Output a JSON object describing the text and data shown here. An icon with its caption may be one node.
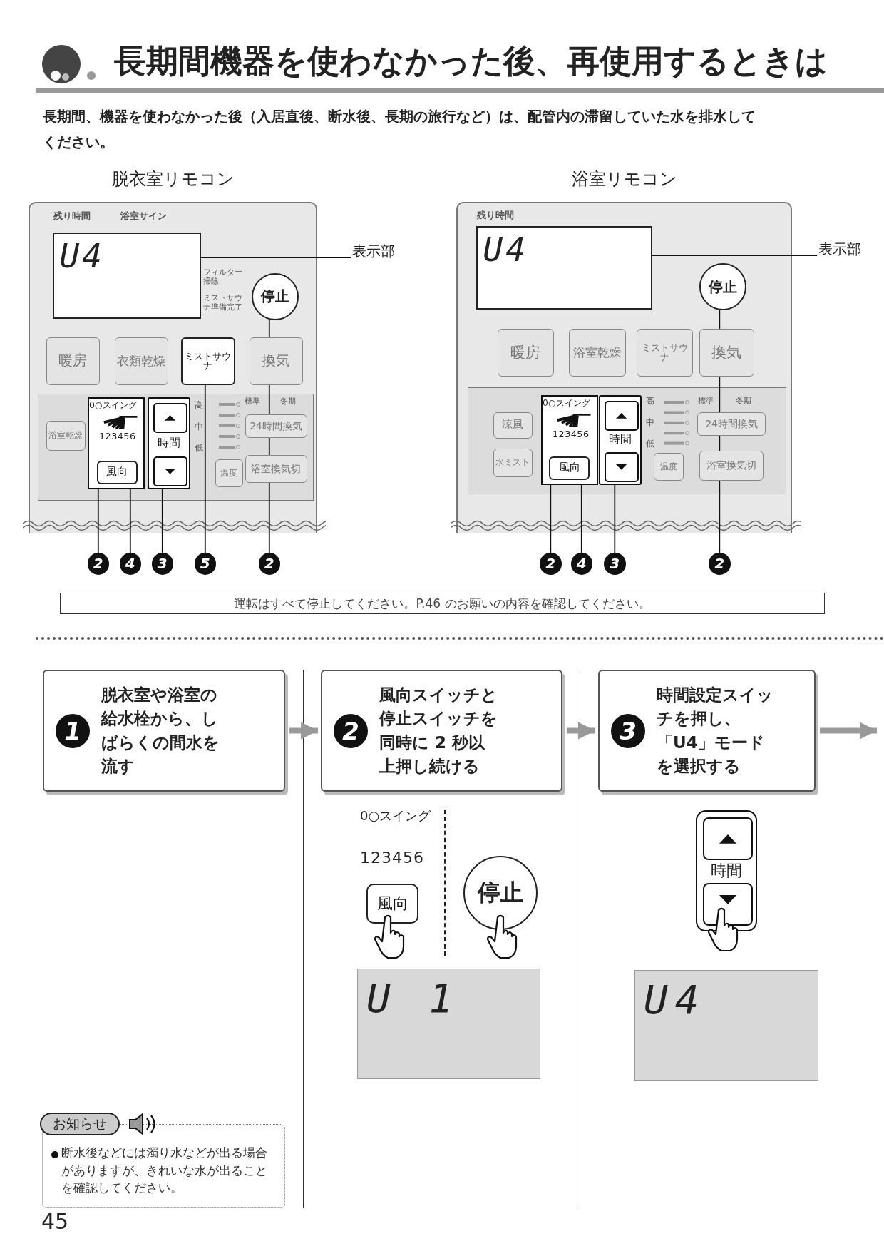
{
  "diagram": {
    "title": "長期間機器を使わなかった後、再使用するときは",
    "nodes": [
      {
        "text": [
          "脱衣室リモコン"
        ]
      },
      {
        "text": [
          "U4"
        ],
        "in": 0
      },
      {
        "text": [
          "暖房"
        ],
        "in": 0
      },
      {
        "text": [
          "衣類乾燥"
        ],
        "in": 0
      },
      {
        "text": [
          "ミストサウナ"
        ],
        "in": 0
      },
      {
        "text": [
          "換気"
        ],
        "in": 0
      },
      {
        "text": [
          "停止"
        ],
        "in": 0
      },
      {
        "text": [
          "浴室乾燥"
        ],
        "in": 0
      },
      {
        "text": [
          "0○スイング",
          "123456"
        ],
        "in": 0
      },
      {
        "text": [
          "風向"
        ],
        "in": 8
      },
      {
        "text": [
          "時間"
        ],
        "in": 0
      },
      {
        "text": [],
        "shape": "box",
        "in": 10
      },
      {
        "text": [],
        "shape": "box",
        "in": 10
      },
      {
        "text": [
          "温度"
        ],
        "in": 0
      },
      {
        "text": [
          "24時間換気"
        ],
        "in": 0
      },
      {
        "text": [
          "浴室換気切"
        ],
        "in": 0
      },
      {
        "text": [
          "表示部"
        ]
      },
      {
        "text": [
          "2"
        ]
      },
      {
        "text": [
          "4"
        ]
      },
      {
        "text": [
          "3"
        ]
      },
      {
        "text": [
          "5"
        ]
      },
      {
        "text": [
          "2"
        ]
      },
      {
        "text": [
          "浴室リモコン"
        ]
      },
      {
        "text": [
          "U4"
        ],
        "in": 22
      },
      {
        "text": [
          "停止"
        ],
        "in": 22
      },
      {
        "text": [
          "暖房"
        ],
        "in": 22
      },
      {
        "text": [
          "浴室乾燥"
        ],
        "in": 22
      },
      {
        "text": [
          "ミストサウナ"
        ],
        "in": 22
      },
      {
        "text": [
          "換気"
        ],
        "in": 22
      },
      {
        "text": [
          "涼風"
        ],
        "in": 22
      },
      {
        "text": [
          "水ミスト"
        ],
        "in": 22
      },
      {
        "text": [
          "0○スイング",
          "123456"
        ],
        "in": 22
      },
      {
        "text": [
          "風向"
        ],
        "in": 31
      },
      {
        "text": [
          "時間"
        ],
        "in": 22
      },
      {
        "text": [],
        "shape": "box",
        "in": 33
      },
      {
        "text": [],
        "shape": "box",
        "in": 33
      },
      {
        "text": [
          "温度"
        ],
        "in": 22
      },
      {
        "text": [
          "24時間換気"
        ],
        "in": 22
      },
      {
        "text": [
          "浴室換気切"
        ],
        "in": 22
      },
      {
        "text": [
          "表示部"
        ]
      },
      {
        "text": [
          "2"
        ]
      },
      {
        "text": [
          "4"
        ]
      },
      {
        "text": [
          "3"
        ]
      },
      {
        "text": [
          "2"
        ]
      },
      {
        "text": [
          "運転はすべて停止してください。P.46 のお願いの内容を確認してください。"
        ]
      },
      {
        "text": [
          "1",
          "脱衣室や浴室の給水栓から、しばらくの間水を流す"
        ]
      },
      {
        "text": [
          "2",
          "風向スイッチと停止スイッチを同時に 2 秒以上押し続ける"
        ]
      },
      {
        "text": [
          "3",
          "時間設定スイッチを押し、「U4」モードを選択する"
        ]
      },
      {
        "text": [
          "風向"
        ]
      },
      {
        "text": [
          "停止"
        ]
      },
      {
        "text": [
          "U 1"
        ]
      },
      {
        "text": [
          "時間"
        ]
      },
      {
        "text": [],
        "shape": "box",
        "in": 51
      },
      {
        "text": [],
        "shape": "box",
        "in": 51
      },
      {
        "text": [
          "U4"
        ]
      },
      {
        "text": [
          "お知らせ",
          "断水後などには濁り水などが出る場合がありますが、きれいな水が出ることを確認してください。"
        ]
      }
    ],
    "edges": [
      {
        "from": 16,
        "to": 1,
        "arrow": "none"
      },
      {
        "from": 17,
        "to": 8,
        "arrow": "none"
      },
      {
        "from": 18,
        "to": 8,
        "arrow": "none"
      },
      {
        "from": 19,
        "to": 10,
        "arrow": "none"
      },
      {
        "from": 20,
        "to": 4,
        "arrow": "none"
      },
      {
        "from": 21,
        "to": 6,
        "arrow": "none"
      },
      {
        "from": 39,
        "to": 23,
        "arrow": "none"
      },
      {
        "from": 40,
        "to": 31,
        "arrow": "none"
      },
      {
        "from": 41,
        "to": 31,
        "arrow": "none"
      },
      {
        "from": 42,
        "to": 33,
        "arrow": "none"
      },
      {
        "from": 43,
        "to": 24,
        "arrow": "none"
      },
      {
        "from": 45,
        "to": 46,
        "arrow": "to",
        "style": "thick",
        "color": "#999999"
      },
      {
        "from": 46,
        "to": 47,
        "arrow": "to",
        "style": "thick",
        "color": "#999999"
      },
      {
        "from": 47,
        "to": null,
        "arrow": "to",
        "style": "thick",
        "color": "#999999"
      }
    ],
    "labels": [
      "長期間、機器を使わなかった後（入居直後、断水後、長期の旅行など）は、配管内の滞留していた水を排水してください。",
      "残り時間",
      "浴室サイン",
      "フィルター掃除",
      "ミストサウナ準備完了",
      "高",
      "中",
      "低",
      "標準",
      "冬期",
      "残り時間",
      "高",
      "中",
      "低",
      "標準",
      "冬期",
      "0○スイング",
      "123456",
      "45"
    ]
  }
}
